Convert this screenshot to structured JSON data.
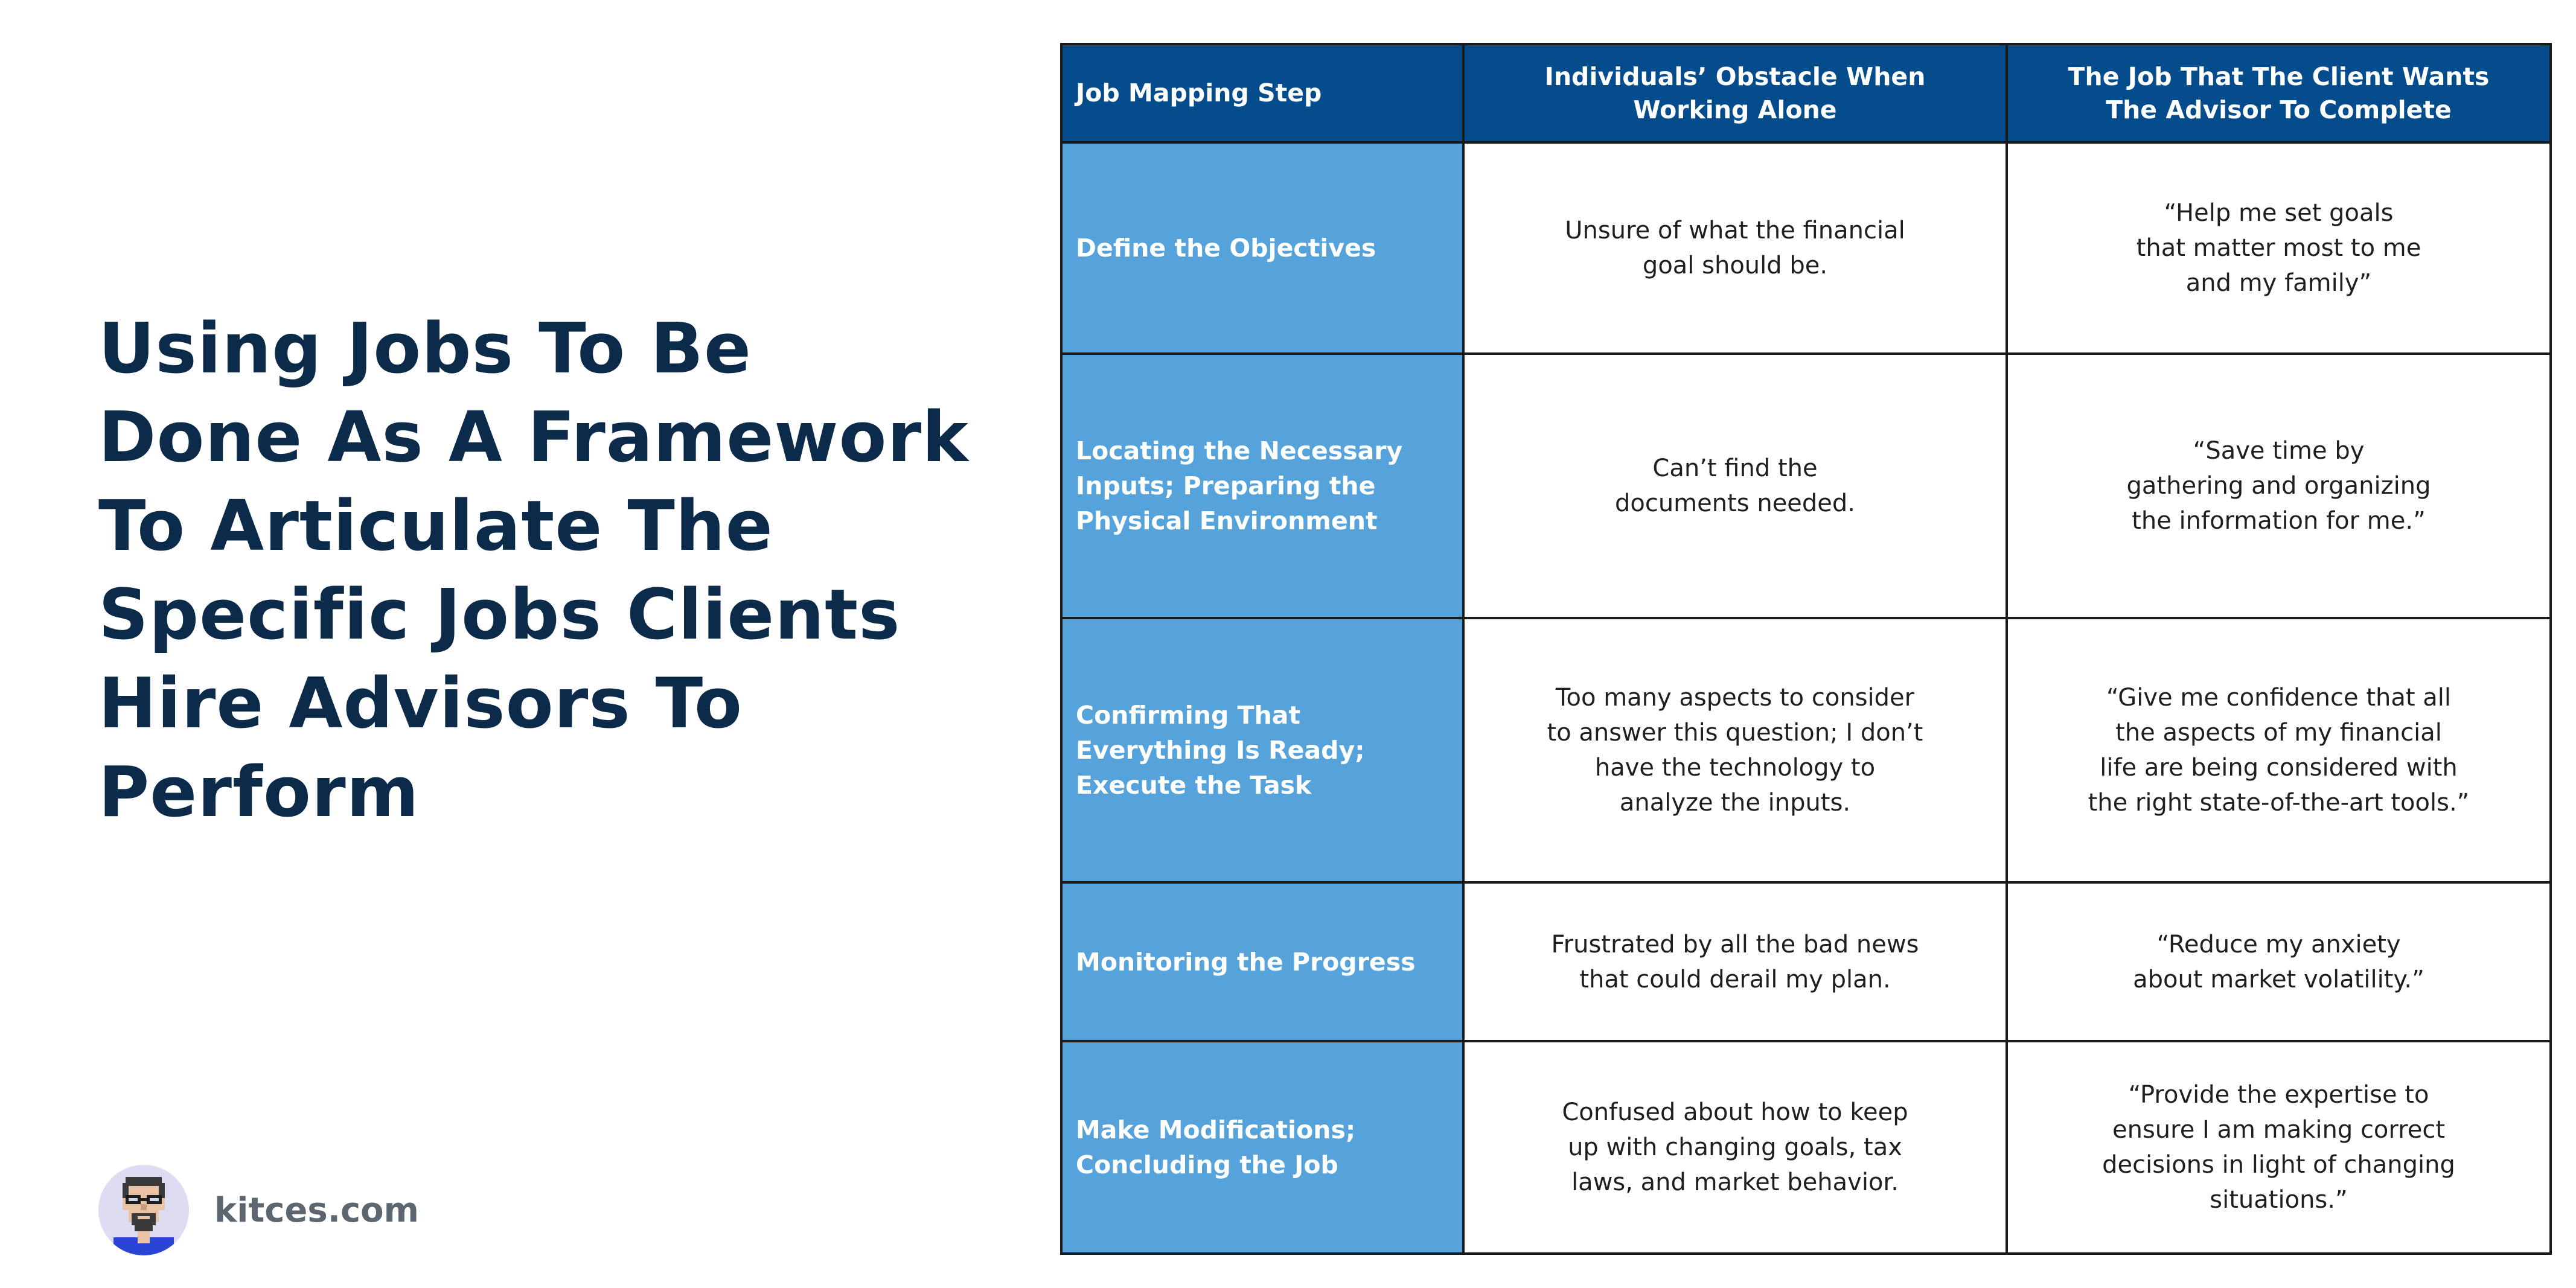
{
  "title_lines": [
    "Using Jobs To Be",
    "Done As A Framework",
    "To Articulate The",
    "Specific Jobs Clients",
    "Hire Advisors To",
    "Perform"
  ],
  "brand": {
    "site": "kitces.com"
  },
  "table": {
    "headers": [
      "Job Mapping Step",
      "Individuals’ Obstacle When\nWorking Alone",
      "The Job That The Client Wants\nThe Advisor To Complete"
    ],
    "rows": [
      {
        "step": "Define the Objectives",
        "obstacle": "Unsure of what the financial\ngoal should be.",
        "job": "“Help me set goals\nthat matter most to me\nand my family”"
      },
      {
        "step": "Locating the Necessary Inputs; Preparing the Physical Environment",
        "obstacle": "Can’t find the\ndocuments needed.",
        "job": "“Save time by\ngathering and organizing\nthe information for me.”"
      },
      {
        "step": "Confirming That Everything Is Ready; Execute the Task",
        "obstacle": "Too many aspects to consider\nto answer this question; I don’t\nhave the technology to\nanalyze the inputs.",
        "job": "“Give me confidence that all\nthe aspects of my financial\nlife are being considered with\nthe right state-of-the-art tools.”"
      },
      {
        "step": "Monitoring the Progress",
        "obstacle": "Frustrated by all the bad news\nthat could derail my plan.",
        "job": "“Reduce my anxiety\nabout market volatility.”"
      },
      {
        "step": "Make Modifications; Concluding the Job",
        "obstacle": "Confused about how to keep\nup with changing goals, tax\nlaws, and market behavior.",
        "job": "“Provide the expertise to\nensure I am making correct\ndecisions in light of changing\nsituations.”"
      }
    ]
  },
  "colors": {
    "title": "#0c2a4a",
    "header_bg": "#044c8c",
    "step_bg": "#56a3db",
    "border": "#1a1a1a",
    "brand_text": "#5c6670",
    "avatar_bg": "#dedcf3"
  },
  "icons": {
    "avatar": "pixel-avatar-icon"
  }
}
